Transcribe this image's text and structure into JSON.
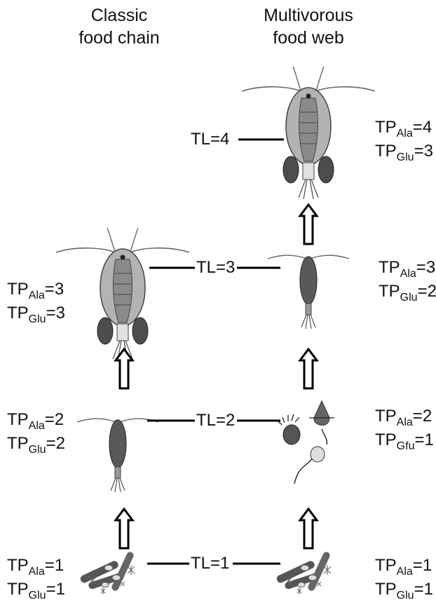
{
  "headers": {
    "left": [
      "Classic",
      "food chain"
    ],
    "right": [
      "Multivorous",
      "food web"
    ]
  },
  "trophic_levels": {
    "tl4": "TL=4",
    "tl3": "TL=3",
    "tl2": "TL=2",
    "tl1": "TL=1"
  },
  "tp": {
    "prefix": "TP",
    "ala": "Ala",
    "glu": "Glu",
    "gfu": "Gfu",
    "left": {
      "l3": {
        "ala_val": "=3",
        "glu_val": "=3"
      },
      "l2": {
        "ala_val": "=2",
        "glu_val": "=2"
      },
      "l1": {
        "ala_val": "=1",
        "glu_val": "=1"
      }
    },
    "right": {
      "l4": {
        "ala_val": "=4",
        "glu_val": "=3"
      },
      "l3": {
        "ala_val": "=3",
        "glu_val": "=2"
      },
      "l2": {
        "ala_val": "=2",
        "glu_val": "=1"
      },
      "l1": {
        "ala_val": "=1",
        "glu_val": "=1"
      }
    }
  },
  "colors": {
    "copepod_body": "#b3b3b3",
    "copepod_dark": "#595959",
    "egg_sac": "#4d4d4d",
    "line": "#000000"
  }
}
